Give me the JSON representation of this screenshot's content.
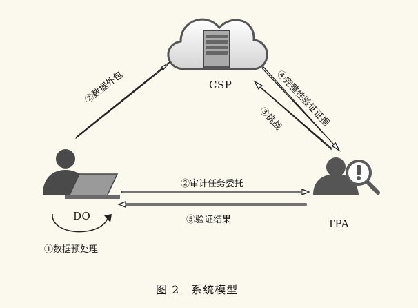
{
  "nodes": {
    "csp": {
      "label": "CSP"
    },
    "do": {
      "label": "DO"
    },
    "tpa": {
      "label": "TPA"
    }
  },
  "edges": {
    "outsource": "②数据外包",
    "proof": "④完整性验证证据",
    "challenge": "③挑战",
    "delegate": "②审计任务委托",
    "result": "⑤验证结果"
  },
  "preprocess": "①数据预处理",
  "caption": "图 2　系统模型",
  "colors": {
    "background": "#fbf8ee",
    "icon_dark": "#4a4a4a",
    "icon_mid": "#8a8a8a",
    "arrow_fill": "#ffffff",
    "arrow_stroke": "#222222"
  }
}
